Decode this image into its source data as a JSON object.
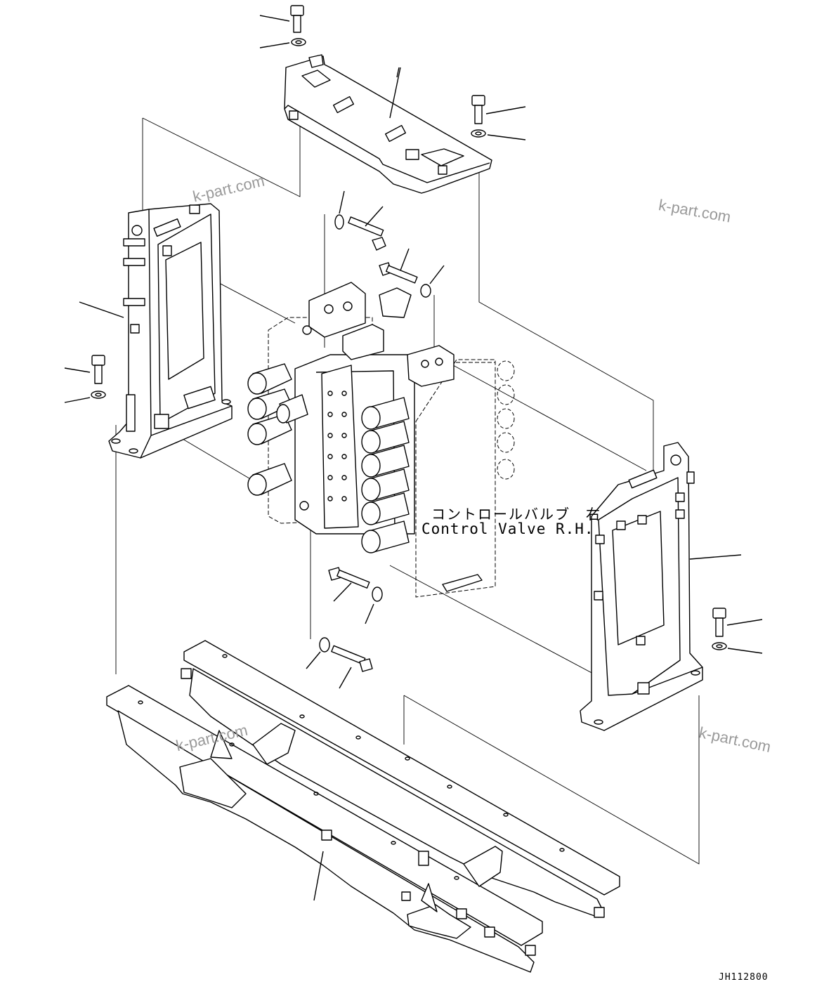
{
  "diagram": {
    "callout_japanese": "コントロールバルブ　右",
    "callout_english": "Control Valve R.H.",
    "drawing_code": "JH112800"
  },
  "watermarks": [
    "k-part.com",
    "k-part.com",
    "k-part.com",
    "k-part.com"
  ],
  "colors": {
    "line": "#000000",
    "watermark": "#9a9a9a",
    "background": "#ffffff"
  }
}
